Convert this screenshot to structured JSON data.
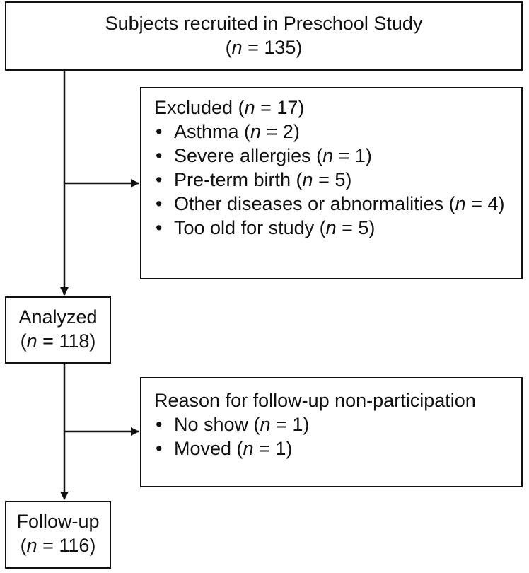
{
  "recruited": {
    "title": "Subjects recruited in Preschool Study",
    "n_prefix": "(",
    "n_var": "n",
    "n_rest": " = 135)"
  },
  "excluded": {
    "title": "Excluded",
    "n_text": " = 17)",
    "items": [
      {
        "label": "Asthma (",
        "n": " = 2)"
      },
      {
        "label": "Severe allergies (",
        "n": " = 1)"
      },
      {
        "label": "Pre-term birth (",
        "n": " = 5)"
      },
      {
        "label": "Other diseases or abnormalities (",
        "n": " = 4)"
      },
      {
        "label": "Too old for study (",
        "n": " = 5)"
      }
    ]
  },
  "analyzed": {
    "title": "Analyzed",
    "n_rest": " = 118)"
  },
  "nonparticipation": {
    "title": "Reason for follow-up non-participation",
    "items": [
      {
        "label": "No show (",
        "n": " = 1)"
      },
      {
        "label": "Moved (",
        "n": " = 1)"
      }
    ]
  },
  "followup": {
    "title": "Follow-up",
    "n_rest": " = 116)"
  }
}
